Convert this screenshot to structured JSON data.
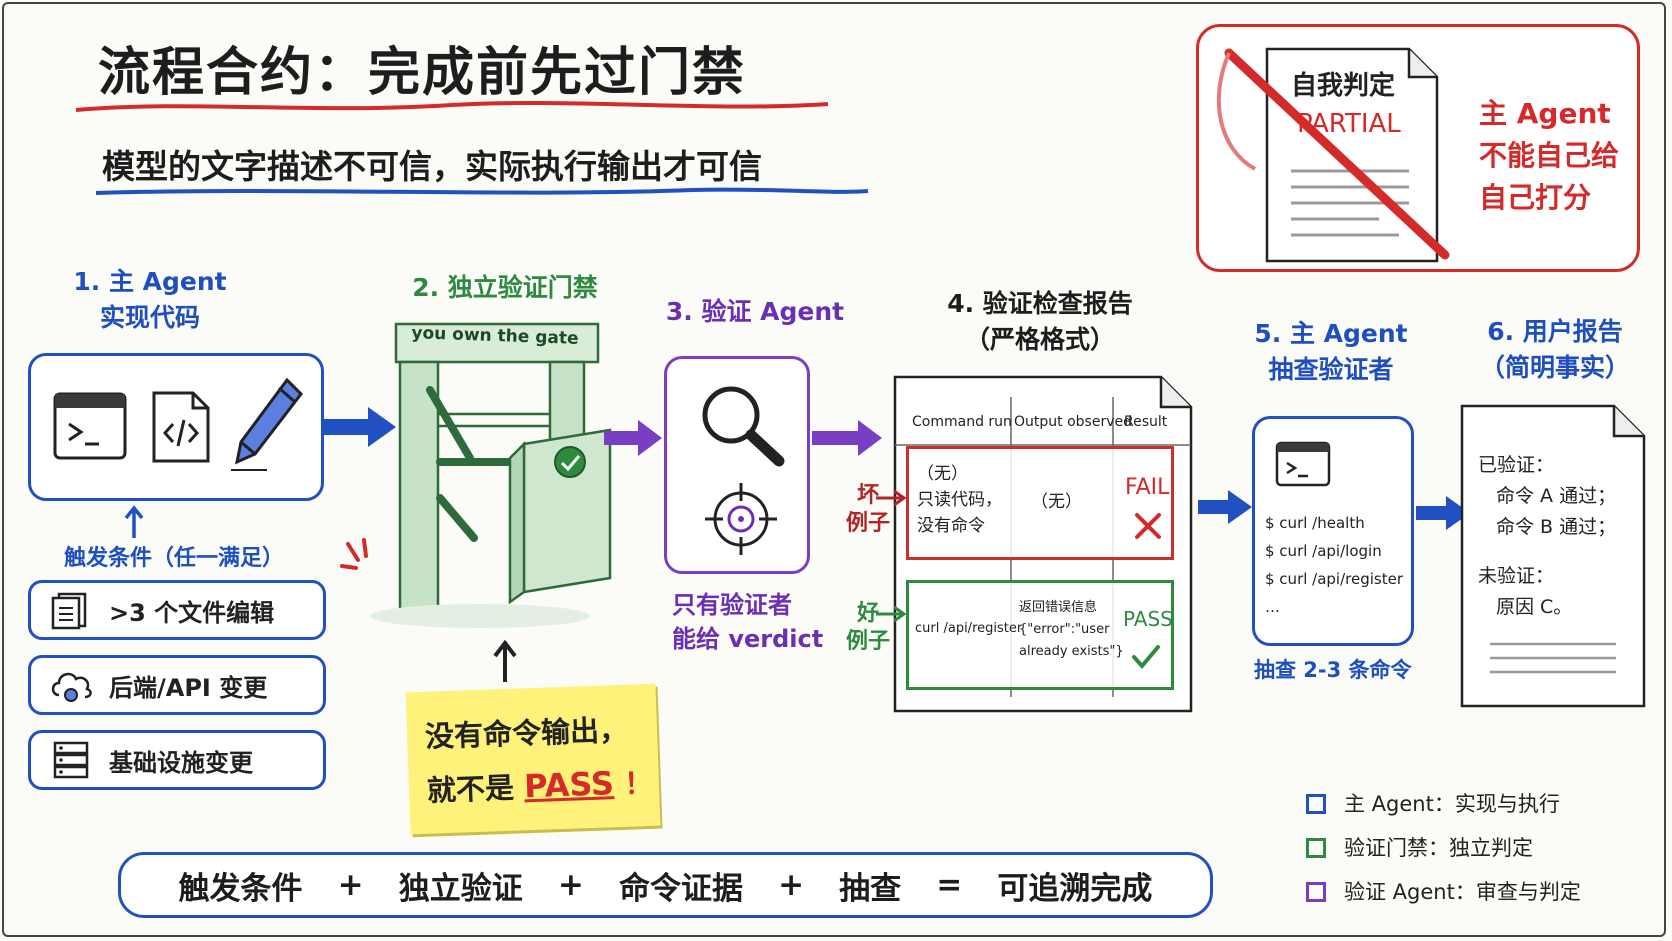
{
  "title": "流程合约：完成前先过门禁",
  "subtitle": "模型的文字描述不可信，实际执行输出才可信",
  "warning": {
    "doc_title": "自我判定",
    "doc_stamp": "PARTIAL",
    "text_line1": "主 Agent",
    "text_line2": "不能自己给",
    "text_line3": "自己打分"
  },
  "stage1": {
    "label_line1": "1. 主 Agent",
    "label_line2": "实现代码",
    "icons": [
      "terminal-icon",
      "code-file-icon",
      "pencil-icon"
    ]
  },
  "triggers": {
    "heading": "触发条件（任一满足）",
    "items": [
      {
        "label": ">3 个文件编辑",
        "icon": "files-icon"
      },
      {
        "label": "后端/API 变更",
        "icon": "cloud-gear-icon"
      },
      {
        "label": "基础设施变更",
        "icon": "server-icon"
      }
    ]
  },
  "stage2": {
    "label": "2. 独立验证门禁",
    "gate_sign": "you own the gate"
  },
  "sticky": {
    "line1": "没有命令输出，",
    "line2_prefix": "就不是",
    "line2_pass": "PASS",
    "line2_suffix": "！"
  },
  "stage3": {
    "label": "3. 验证 Agent",
    "caption_line1": "只有验证者",
    "caption_line2": "能给 verdict"
  },
  "stage4": {
    "label_line1": "4. 验证检查报告",
    "label_line2": "（严格格式）",
    "columns": [
      "Command run",
      "Output observed",
      "Result"
    ],
    "bad_example_label": [
      "坏",
      "例子"
    ],
    "good_example_label": [
      "好",
      "例子"
    ],
    "bad_row": {
      "command": [
        "（无）",
        "只读代码，",
        "没有命令"
      ],
      "output": "（无）",
      "result": "FAIL"
    },
    "good_row": {
      "command": "curl /api/register",
      "output": [
        "返回错误信息",
        "{\"error\":\"user",
        "already exists\"}"
      ],
      "result": "PASS"
    }
  },
  "stage5": {
    "label_line1": "5. 主 Agent",
    "label_line2": "抽查验证者",
    "commands": [
      "$ curl /health",
      "$ curl /api/login",
      "$ curl /api/register",
      "…"
    ],
    "caption": "抽查 2-3 条命令"
  },
  "stage6": {
    "label_line1": "6. 用户报告",
    "label_line2": "（简明事实）",
    "verified_heading": "已验证：",
    "verified_items": [
      "命令 A 通过；",
      "命令 B 通过；"
    ],
    "unverified_heading": "未验证：",
    "unverified_items": [
      "原因 C。"
    ]
  },
  "legend": [
    {
      "color": "#2150c2",
      "label": "主 Agent：实现与执行"
    },
    {
      "color": "#2e8a3f",
      "label": "验证门禁：独立判定"
    },
    {
      "color": "#7a3ec4",
      "label": "验证 Agent：审查与判定"
    }
  ],
  "formula": {
    "terms": [
      "触发条件",
      "独立验证",
      "命令证据",
      "抽查",
      "可追溯完成"
    ],
    "ops": [
      "+",
      "+",
      "+",
      "="
    ]
  },
  "colors": {
    "blue": "#2150c2",
    "green": "#2e8a3f",
    "purple": "#7a3ec4",
    "red": "#d42a2a",
    "sticky": "#fff27a"
  }
}
